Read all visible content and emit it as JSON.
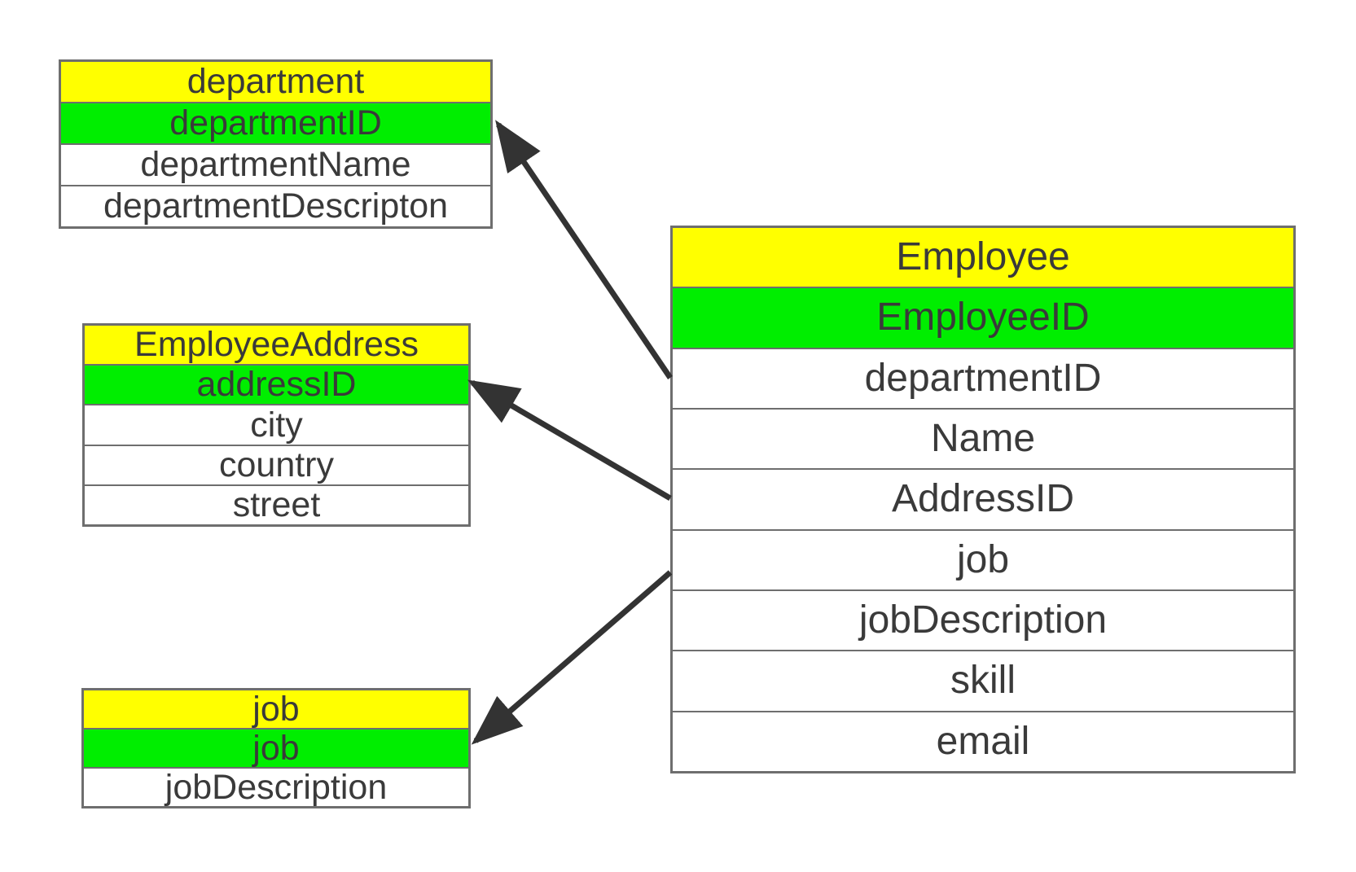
{
  "diagram": {
    "type": "entity-relationship-diagram",
    "tables": {
      "department": {
        "title": "department",
        "primary_key": "departmentID",
        "fields": [
          "departmentName",
          "departmentDescripton"
        ]
      },
      "employee_address": {
        "title": "EmployeeAddress",
        "primary_key": "addressID",
        "fields": [
          "city",
          "country",
          "street"
        ]
      },
      "job": {
        "title": "job",
        "primary_key": "job",
        "fields": [
          "jobDescription"
        ]
      },
      "employee": {
        "title": "Employee",
        "primary_key": "EmployeeID",
        "fields": [
          "departmentID",
          "Name",
          "AddressID",
          "job",
          "jobDescription",
          "skill",
          "email"
        ]
      }
    },
    "relations": [
      {
        "from_table": "Employee",
        "from_field": "departmentID",
        "to_table": "department",
        "to_field": "departmentID"
      },
      {
        "from_table": "Employee",
        "from_field": "AddressID",
        "to_table": "EmployeeAddress",
        "to_field": "addressID"
      },
      {
        "from_table": "Employee",
        "from_field": "job",
        "to_table": "job",
        "to_field": "job"
      }
    ],
    "colors": {
      "header_bg": "#ffff00",
      "pk_bg": "#00ee00",
      "row_bg": "#ffffff",
      "border": "#6e6e6e",
      "text": "#3a3a3a",
      "arrow": "#333333"
    }
  }
}
